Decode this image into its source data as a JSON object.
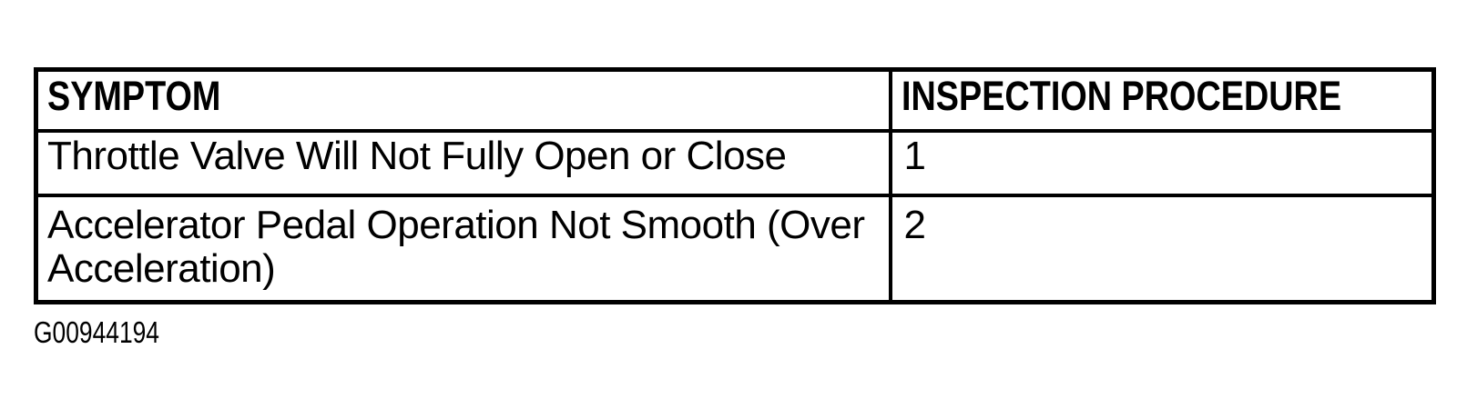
{
  "page": {
    "background": "#ffffff",
    "ink_color": "#000000"
  },
  "table": {
    "headers": [
      "SYMPTOM",
      "INSPECTION PROCEDURE"
    ],
    "rows": [
      {
        "symptom": "Throttle Valve Will Not Fully Open or Close",
        "procedure": "1"
      },
      {
        "symptom": "Accelerator Pedal Operation Not Smooth (Over Acceleration)",
        "procedure": "2"
      }
    ]
  },
  "figure_id": "G00944194"
}
